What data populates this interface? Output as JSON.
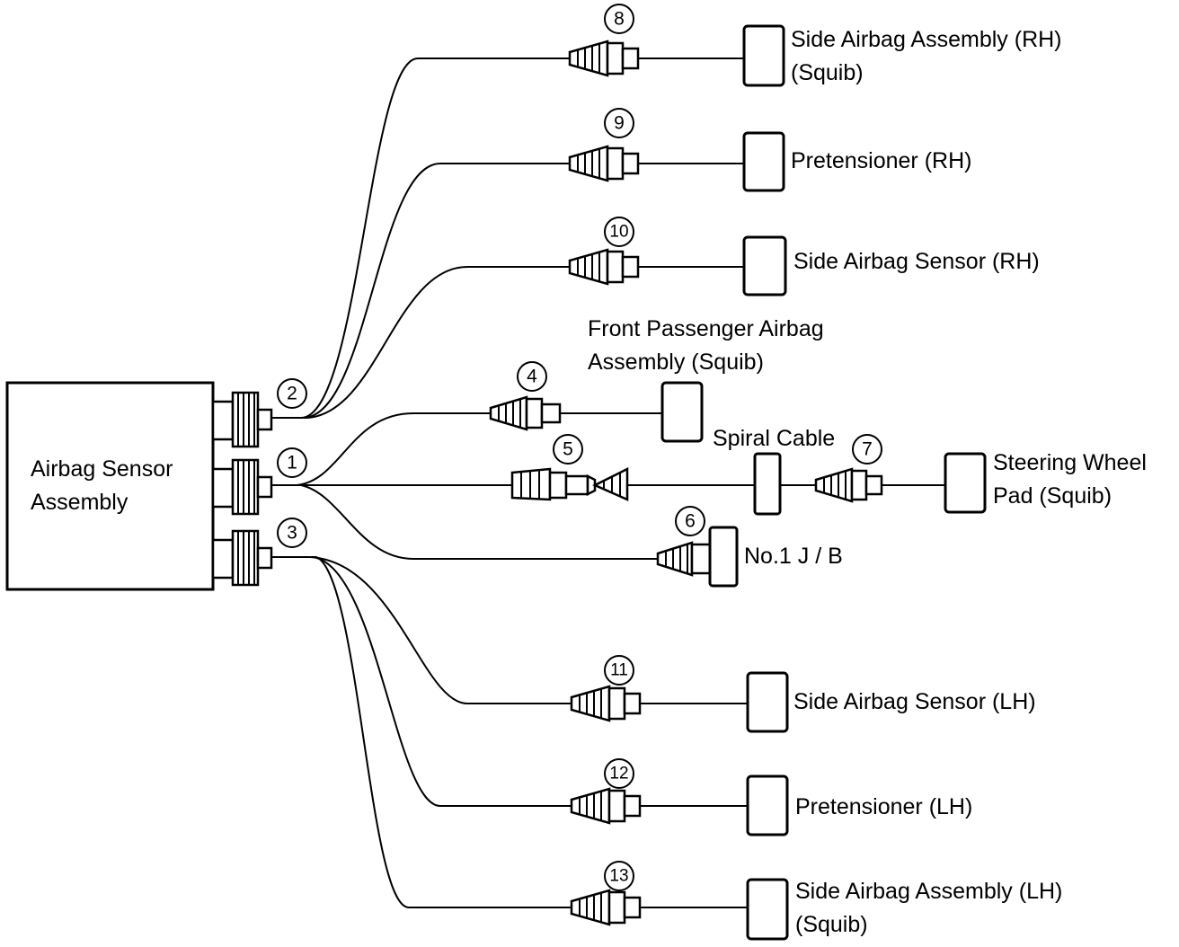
{
  "sensor_assembly": {
    "label_line1": "Airbag Sensor",
    "label_line2": "Assembly"
  },
  "sensor_ports": [
    {
      "id": "port-2",
      "number": "2"
    },
    {
      "id": "port-1",
      "number": "1"
    },
    {
      "id": "port-3",
      "number": "3"
    }
  ],
  "connectors": [
    {
      "number": "8",
      "label_line1": "Side Airbag Assembly (RH)",
      "label_line2": "(Squib)"
    },
    {
      "number": "9",
      "label_line1": "Pretensioner (RH)",
      "label_line2": ""
    },
    {
      "number": "10",
      "label_line1": "Side Airbag Sensor (RH)",
      "label_line2": ""
    },
    {
      "number": "4",
      "label_line1": "Front Passenger Airbag",
      "label_line2": "Assembly (Squib)"
    },
    {
      "number": "5",
      "label_line1": "Spiral Cable",
      "label_line2": ""
    },
    {
      "number": "7",
      "label_line1": "Steering Wheel",
      "label_line2": "Pad (Squib)"
    },
    {
      "number": "6",
      "label_line1": "No.1 J / B",
      "label_line2": ""
    },
    {
      "number": "11",
      "label_line1": "Side Airbag Sensor (LH)",
      "label_line2": ""
    },
    {
      "number": "12",
      "label_line1": "Pretensioner (LH)",
      "label_line2": ""
    },
    {
      "number": "13",
      "label_line1": "Side Airbag Assembly (LH)",
      "label_line2": "(Squib)"
    }
  ]
}
